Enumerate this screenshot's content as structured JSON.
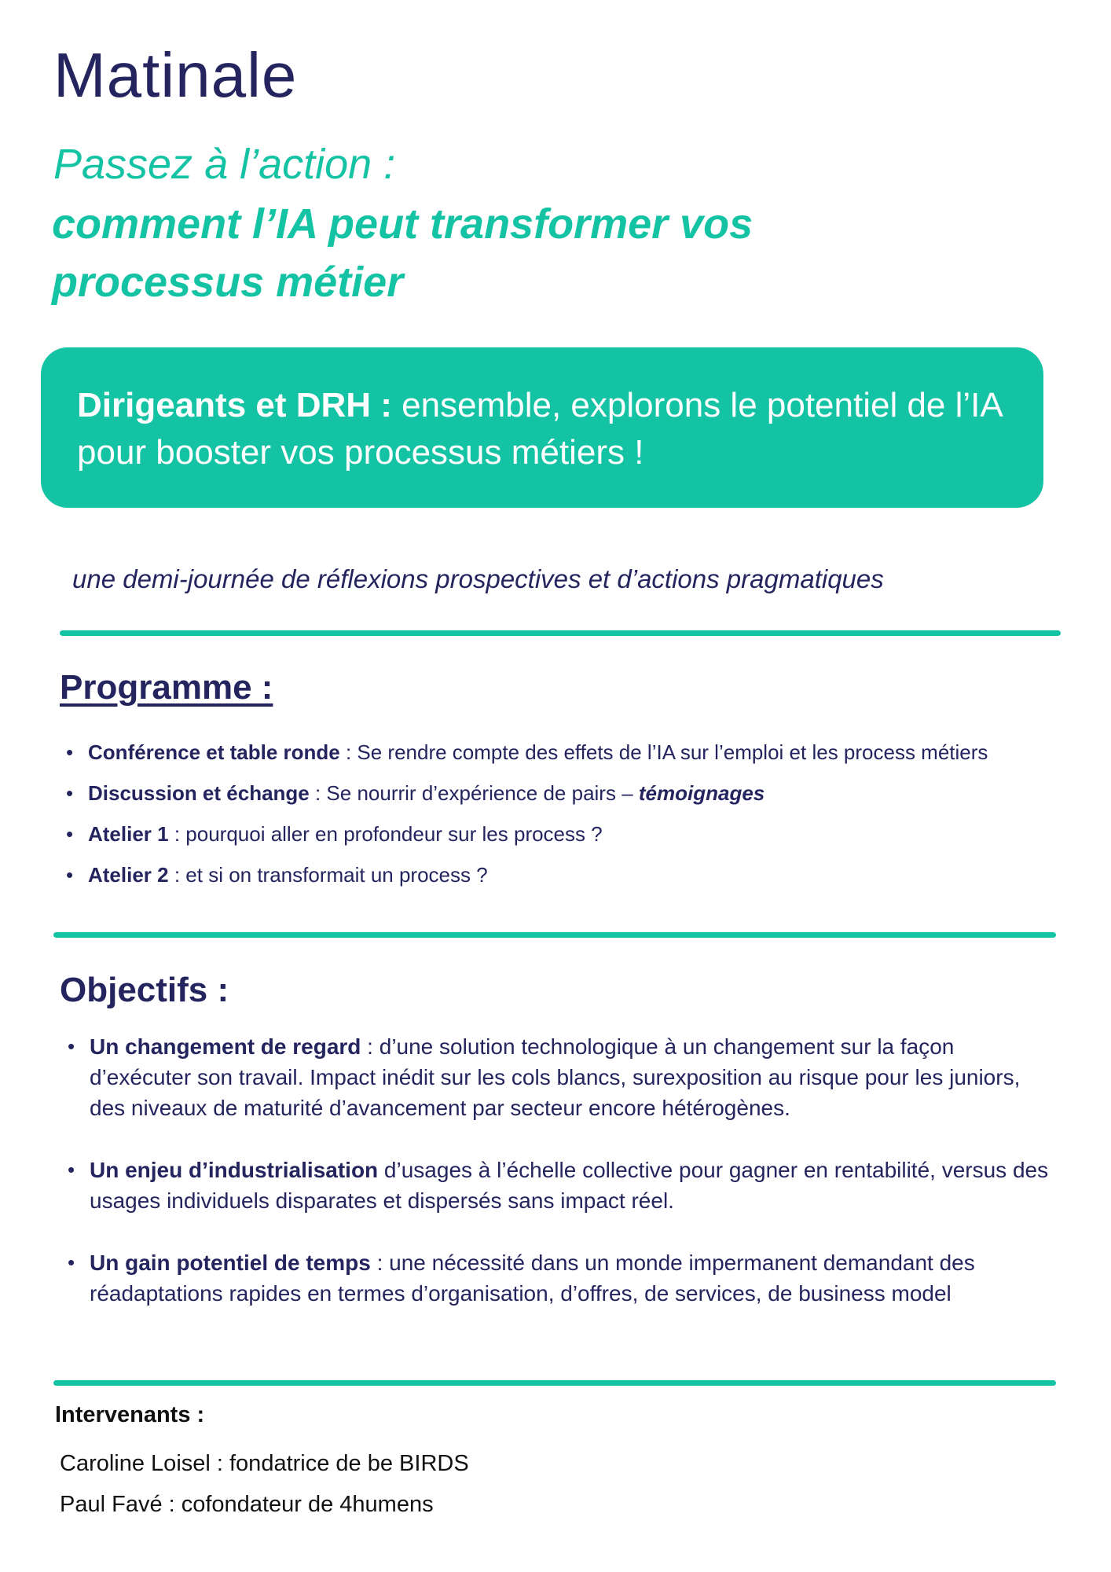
{
  "title": "Matinale",
  "subtitle_line1": "Passez à l’action :",
  "subtitle_line2": "comment l’IA peut transformer vos processus métier",
  "banner": {
    "bold": "Dirigeants et DRH :",
    "text": " ensemble, explorons le potentiel de l’IA pour booster vos processus métiers !"
  },
  "tagline": "une demi-journée de réflexions prospectives et d’actions pragmatiques",
  "programme": {
    "heading": "Programme :",
    "items": [
      {
        "bold": "Conférence et table ronde",
        "text": " : Se rendre compte des effets de l’IA sur l’emploi et les process métiers",
        "emph": ""
      },
      {
        "bold": "Discussion et échange",
        "text": " : Se nourrir d’expérience de pairs – ",
        "emph": "témoignages"
      },
      {
        "bold": "Atelier 1",
        "text": " : pourquoi aller en profondeur sur les process ?",
        "emph": ""
      },
      {
        "bold": "Atelier 2",
        "text": " : et si on transformait un process ?",
        "emph": ""
      }
    ]
  },
  "objectifs": {
    "heading": "Objectifs :",
    "items": [
      {
        "bold": "Un changement de regard",
        "text": " : d’une solution technologique à un changement sur la façon d’exécuter son travail. Impact inédit sur les cols blancs, surexposition au risque pour les juniors, des niveaux de maturité d’avancement par secteur encore hétérogènes."
      },
      {
        "bold": "Un enjeu d’industrialisation",
        "text": " d’usages à l’échelle collective pour gagner en rentabilité, versus des usages individuels disparates et dispersés sans impact réel."
      },
      {
        "bold": "Un gain potentiel de temps",
        "text": " : une nécessité dans un monde impermanent demandant des réadaptations rapides en termes d’organisation, d’offres, de services, de business model"
      }
    ]
  },
  "intervenants": {
    "heading": "Intervenants :",
    "people": [
      "Caroline Loisel : fondatrice de be BIRDS",
      "Paul Favé : cofondateur de 4humens"
    ]
  },
  "colors": {
    "accent": "#14c2a4",
    "navy": "#24245e"
  },
  "bullet_glyph": "•"
}
